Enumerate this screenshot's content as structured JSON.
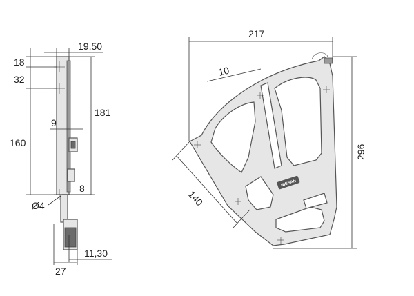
{
  "side_view": {
    "dimensions": {
      "d_19_50": "19,50",
      "d_18": "18",
      "d_32": "32",
      "d_181": "181",
      "d_9": "9",
      "d_160": "160",
      "d_8": "8",
      "d_phi4": "Ø4",
      "d_27": "27",
      "d_11_30": "11,30"
    }
  },
  "front_view": {
    "dimensions": {
      "d_217": "217",
      "d_10": "10",
      "d_296": "296",
      "d_140": "140"
    },
    "badge_text": "NISSAN"
  },
  "colors": {
    "line": "#333333",
    "part_fill": "#e6e6e6",
    "dark_fill": "#6b6b6b"
  }
}
